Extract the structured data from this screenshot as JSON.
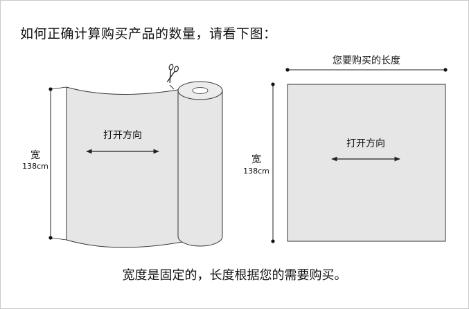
{
  "heading": "如何正确计算购买产品的数量，请看下图：",
  "roll": {
    "direction_label": "打开方向",
    "width_label": "宽",
    "width_value": "138cm"
  },
  "sheet": {
    "length_label": "您要购买的长度",
    "direction_label": "打开方向",
    "width_label": "宽",
    "width_value": "138cm"
  },
  "footer": "宽度是固定的，长度根据您的需要购买。",
  "colors": {
    "fabric_fill": "#e6e6e6",
    "outline": "#333333",
    "dimension_line": "#222222"
  },
  "icons": [
    "scissors-icon"
  ]
}
